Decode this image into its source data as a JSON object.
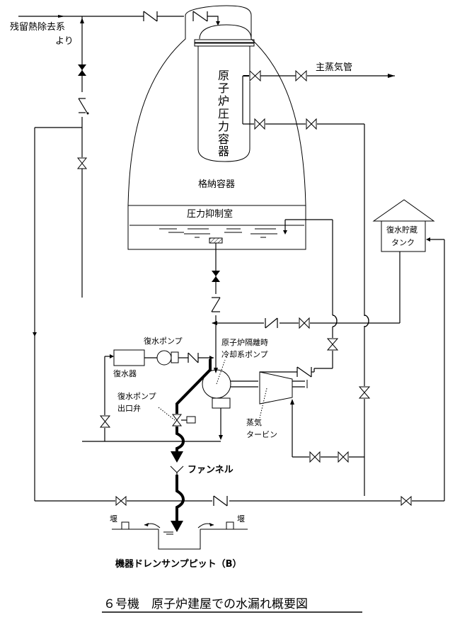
{
  "diagram": {
    "title": "６号機　原子炉建屋での水漏れ概要図",
    "labels": {
      "rhr_from": "残留熱除去系",
      "rhr_from_2": "より",
      "rpv": [
        "原",
        "子",
        "炉",
        "圧",
        "力",
        "容",
        "器"
      ],
      "main_steam": "主蒸気管",
      "containment": "格納容器",
      "suppression_chamber": "圧力抑制室",
      "cst_line1": "復水貯蔵",
      "cst_line2": "タンク",
      "condensate_pump": "復水ポンプ",
      "condenser": "復水器",
      "rcic_pump_line1": "原子炉隔離時",
      "rcic_pump_line2": "冷却系ポンプ",
      "cp_outlet_valve_line1": "復水ポンプ",
      "cp_outlet_valve_line2": "出口弁",
      "steam_turbine_line1": "蒸気",
      "steam_turbine_line2": "タービン",
      "funnel": "ファンネル",
      "weir_left": "堰",
      "weir_right": "堰",
      "sump_pit": "機器ドレンサンプピット（B）"
    }
  }
}
